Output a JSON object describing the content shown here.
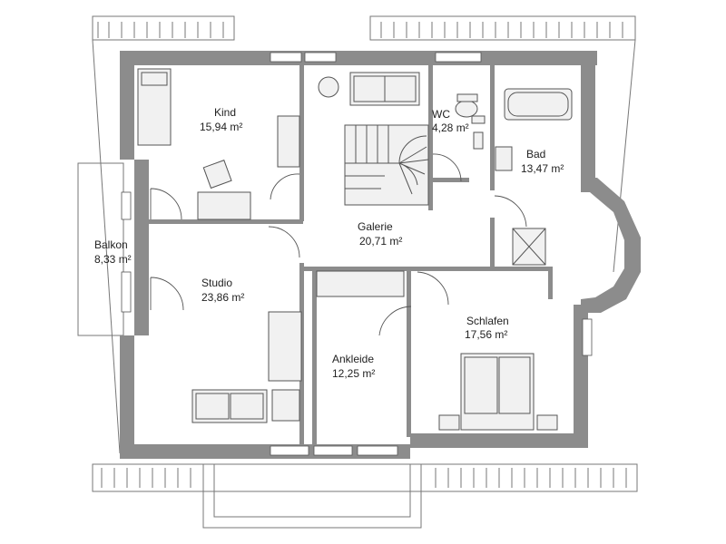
{
  "rooms": {
    "kind": {
      "name": "Kind",
      "area": "15,94 m²"
    },
    "wc": {
      "name": "WC",
      "area": "4,28 m²"
    },
    "bad": {
      "name": "Bad",
      "area": "13,47 m²"
    },
    "galerie": {
      "name": "Galerie",
      "area": "20,71 m²"
    },
    "balkon": {
      "name": "Balkon",
      "area": "8,33 m²"
    },
    "studio": {
      "name": "Studio",
      "area": "23,86 m²"
    },
    "schlafen": {
      "name": "Schlafen",
      "area": "17,56 m²"
    },
    "ankleide": {
      "name": "Ankleide",
      "area": "12,25 m²"
    }
  },
  "colors": {
    "wall": "#8c8c8c",
    "line": "#555555",
    "furniture": "#f1f1f1"
  }
}
